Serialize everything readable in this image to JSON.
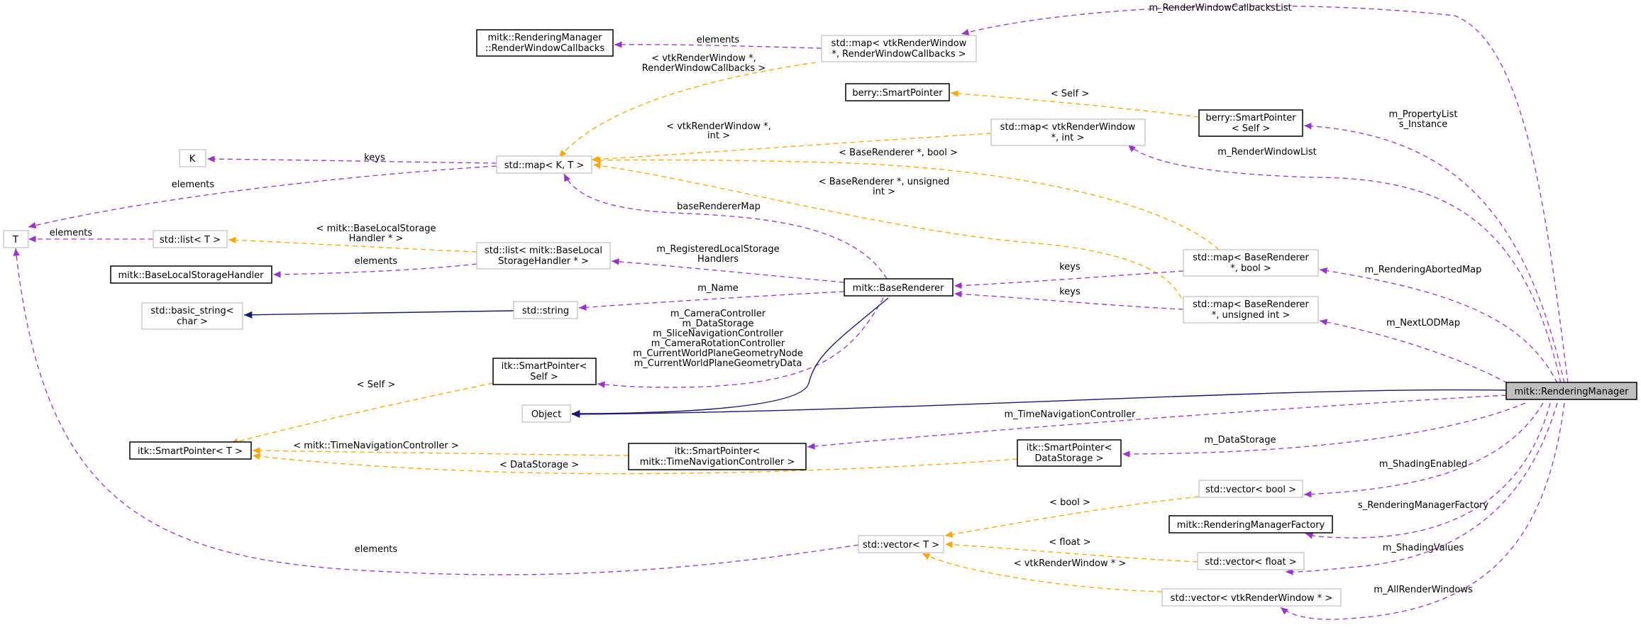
{
  "nodes": {
    "rendering_manager": "mitk::RenderingManager",
    "render_window_callbacks": [
      "mitk::RenderingManager",
      "::RenderWindowCallbacks"
    ],
    "map_vtk_callbacks": [
      "std::map< vtkRenderWindow",
      "*, RenderWindowCallbacks >"
    ],
    "berry_smartpointer": "berry::SmartPointer",
    "berry_smartpointer_self": [
      "berry::SmartPointer",
      "< Self >"
    ],
    "k": "K",
    "map_k_t": "std::map< K, T >",
    "map_vtk_int": [
      "std::map< vtkRenderWindow",
      "*, int >"
    ],
    "t": "T",
    "list_t": "std::list< T >",
    "list_base_local": [
      "std::list< mitk::BaseLocal",
      "StorageHandler * >"
    ],
    "base_local_storage_handler": "mitk::BaseLocalStorageHandler",
    "map_base_bool": [
      "std::map< BaseRenderer",
      "*, bool >"
    ],
    "base_renderer": "mitk::BaseRenderer",
    "basic_string": [
      "std::basic_string<",
      "char >"
    ],
    "std_string": "std::string",
    "map_base_uint": [
      "std::map< BaseRenderer",
      "*, unsigned int >"
    ],
    "itk_smartpointer_self": [
      "itk::SmartPointer<",
      "Self >"
    ],
    "object": "Object",
    "itk_smartpointer_t": "itk::SmartPointer< T >",
    "itk_smartpointer_tnc": [
      "itk::SmartPointer<",
      "mitk::TimeNavigationController >"
    ],
    "itk_smartpointer_ds": [
      "itk::SmartPointer<",
      "DataStorage >"
    ],
    "vector_bool": "std::vector< bool >",
    "rendering_manager_factory": "mitk::RenderingManagerFactory",
    "vector_t": "std::vector< T >",
    "vector_float": "std::vector< float >",
    "vector_vtk": "std::vector< vtkRenderWindow * >"
  },
  "edge_labels": {
    "m_render_window_callbacks_list": "m_RenderWindowCallbacksList",
    "elements_callbacks": "elements",
    "vtk_callbacks_args": [
      "< vtkRenderWindow *,",
      "RenderWindowCallbacks >"
    ],
    "self_berry": "< Self >",
    "m_property_list": [
      "m_PropertyList",
      "s_Instance"
    ],
    "vtk_int_args": [
      "< vtkRenderWindow *,",
      "int >"
    ],
    "keys_k": "keys",
    "m_render_window_list": "m_RenderWindowList",
    "base_bool_args": "< BaseRenderer *, bool >",
    "elements_map_t": "elements",
    "base_uint_args": [
      "< BaseRenderer *, unsigned",
      "int >"
    ],
    "base_renderer_map": "baseRendererMap",
    "elements_list_t": "elements",
    "base_local_args": [
      "< mitk::BaseLocalStorage",
      "Handler * >"
    ],
    "m_registered_local": [
      "m_RegisteredLocalStorage",
      "Handlers"
    ],
    "elements_local": "elements",
    "keys_bool": "keys",
    "m_rendering_aborted_map": "m_RenderingAbortedMap",
    "m_name": "m_Name",
    "keys_uint": "keys",
    "m_next_lod_map": "m_NextLODMap",
    "m_camera_group": [
      "m_CameraController",
      "m_DataStorage",
      "m_SliceNavigationController",
      "m_CameraRotationController",
      "m_CurrentWorldPlaneGeometryNode",
      "m_CurrentWorldPlaneGeometryData"
    ],
    "self_itk": "< Self >",
    "m_time_navigation_controller": "m_TimeNavigationController",
    "tnc_args": "< mitk::TimeNavigationController >",
    "m_data_storage": "m_DataStorage",
    "data_storage_args": "< DataStorage >",
    "m_shading_enabled": "m_ShadingEnabled",
    "bool_args": "< bool >",
    "s_rendering_manager_factory": "s_RenderingManagerFactory",
    "elements_vector": "elements",
    "float_args": "< float >",
    "m_shading_values": "m_ShadingValues",
    "vtk_window_args": "< vtkRenderWindow * >",
    "m_all_render_windows": "m_AllRenderWindows"
  },
  "colors": {
    "member_edge": "#9a32cd",
    "template_edge": "#ffa500",
    "inheritance_edge": "#191970",
    "focus_fill": "#bfbfbf",
    "gray_border": "#bfbfbf"
  }
}
